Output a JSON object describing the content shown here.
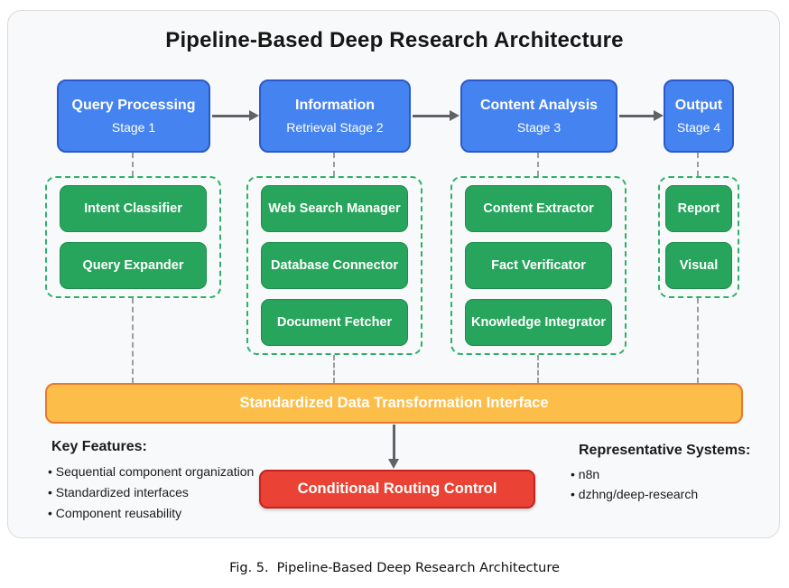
{
  "title": "Pipeline-Based Deep Research Architecture",
  "stages": [
    {
      "title": "Query Processing",
      "subtitle": "Stage 1"
    },
    {
      "title": "Information",
      "subtitle": "Retrieval Stage 2"
    },
    {
      "title": "Content Analysis",
      "subtitle": "Stage 3"
    },
    {
      "title": "Output",
      "subtitle": "Stage 4"
    }
  ],
  "groups": [
    {
      "components": [
        "Intent Classifier",
        "Query Expander"
      ]
    },
    {
      "components": [
        "Web Search Manager",
        "Database Connector",
        "Document Fetcher"
      ]
    },
    {
      "components": [
        "Content Extractor",
        "Fact Verificator",
        "Knowledge Integrator"
      ]
    },
    {
      "components": [
        "Report",
        "Visual"
      ]
    }
  ],
  "interface_bar_label": "Standardized Data Transformation Interface",
  "routing_box_label": "Conditional Routing Control",
  "key_features": {
    "heading": "Key Features:",
    "items": [
      "Sequential component organization",
      "Standardized interfaces",
      "Component reusability"
    ]
  },
  "representative_systems": {
    "heading": "Representative Systems:",
    "items": [
      "n8n",
      "dzhng/deep-research"
    ]
  },
  "caption": {
    "label": "Fig. 5.",
    "text": "Pipeline-Based Deep Research Architecture"
  },
  "colors": {
    "stage_fill": "#4584F0",
    "stage_border": "#2B59C8",
    "component_fill": "#27A55C",
    "component_border": "#1E8C4B",
    "group_border": "#2DB169",
    "interface_fill": "#FCBE48",
    "interface_border": "#E8792E",
    "routing_fill": "#EA4335",
    "routing_border": "#C5221F",
    "arrow": "#5F6368"
  }
}
